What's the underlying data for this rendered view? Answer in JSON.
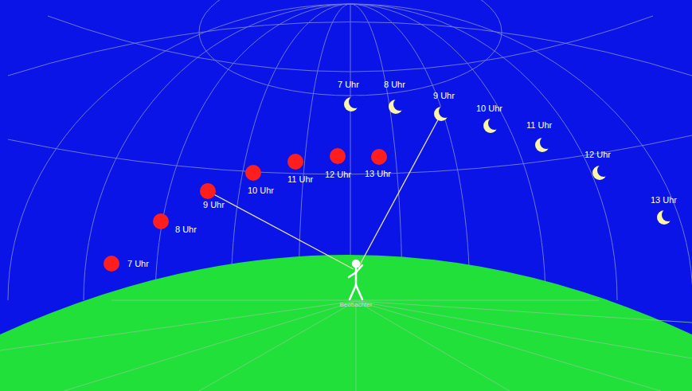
{
  "diagram": {
    "labels": [
      "7 Uhr",
      "8 Uhr",
      "9 Uhr",
      "10 Uhr",
      "11 Uhr",
      "12 Uhr",
      "13 Uhr",
      "7 Uhr",
      "8 Uhr",
      "9 Uhr",
      "10 Uhr",
      "11 Uhr",
      "12 Uhr",
      "13 Uhr",
      "Beobachter"
    ]
  }
}
